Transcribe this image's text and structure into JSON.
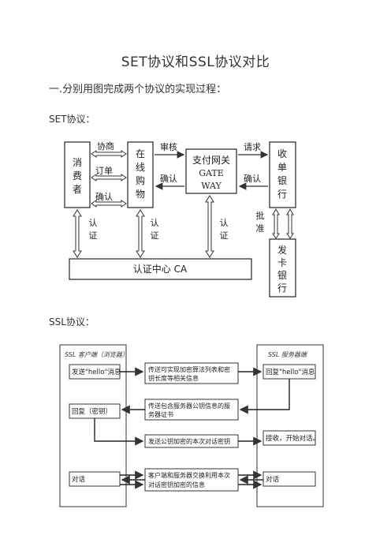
{
  "title": "SET协议和SSL协议对比",
  "subheading": "一.分别用图完成两个协议的实现过程：",
  "set_label": "SET协议：",
  "ssl_label": "SSL协议：",
  "set_diagram": {
    "consumer": [
      "消",
      "费",
      "者"
    ],
    "shop": [
      "在",
      "线",
      "购",
      "物"
    ],
    "gateway": [
      "支付网关",
      "GATE",
      "WAY"
    ],
    "acquirer": [
      "收",
      "单",
      "银",
      "行"
    ],
    "issuer": [
      "发",
      "卡",
      "银",
      "行"
    ],
    "ca": "认证中心  CA",
    "negotiate": "协商",
    "order": "订单",
    "confirm1": "确认",
    "review": "审核",
    "confirm2": "确认",
    "request": "请求",
    "confirm3": "确认",
    "approve": [
      "批",
      "准"
    ],
    "auth": [
      "认",
      "证"
    ]
  },
  "ssl_diagram": {
    "client_header": "SSL 客户端（浏览器）",
    "server_header": "SSL 服务器端",
    "send_hello": "发送\"hello\"消息",
    "reply_hello": "回复\"hello\"消息",
    "reply_key": "回复（密钥）",
    "receive_start": "接收，开始对话。",
    "client_talk": "对话",
    "server_talk": "对话",
    "step1": [
      "传送可实现加密算法列表和密",
      "钥长度等相关信息"
    ],
    "step2": [
      "传送包含服务器公钥信息的服",
      "务器证书"
    ],
    "step3": "发送公钥加密的本次对话密钥",
    "step4": [
      "客户端和服务器交换利用本次",
      "对话密钥加密的信息"
    ]
  }
}
